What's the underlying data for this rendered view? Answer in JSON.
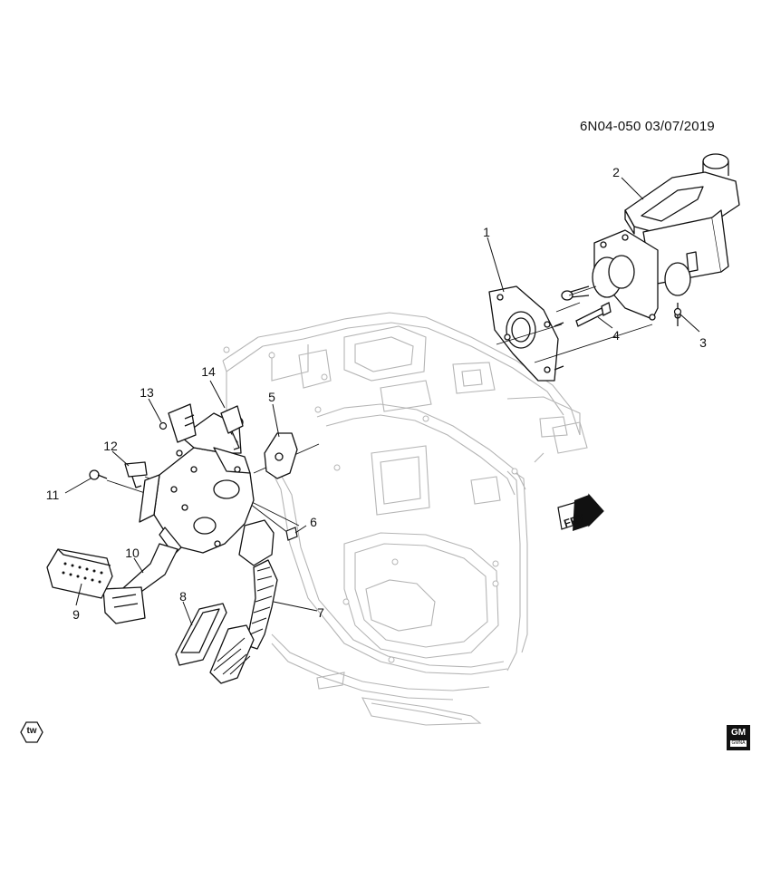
{
  "header": {
    "doc_id": "6N04-050  03/07/2019"
  },
  "callouts": [
    "1",
    "2",
    "3",
    "4",
    "5",
    "6",
    "7",
    "8",
    "9",
    "10",
    "11",
    "12",
    "13",
    "14"
  ],
  "direction_label": "FRT",
  "badge": {
    "text": "tw"
  },
  "logo": {
    "letters": "GM",
    "sub": "GMNA"
  },
  "colors": {
    "line": "#111111",
    "ghost": "#b5b5b5",
    "fill": "#ffffff"
  }
}
